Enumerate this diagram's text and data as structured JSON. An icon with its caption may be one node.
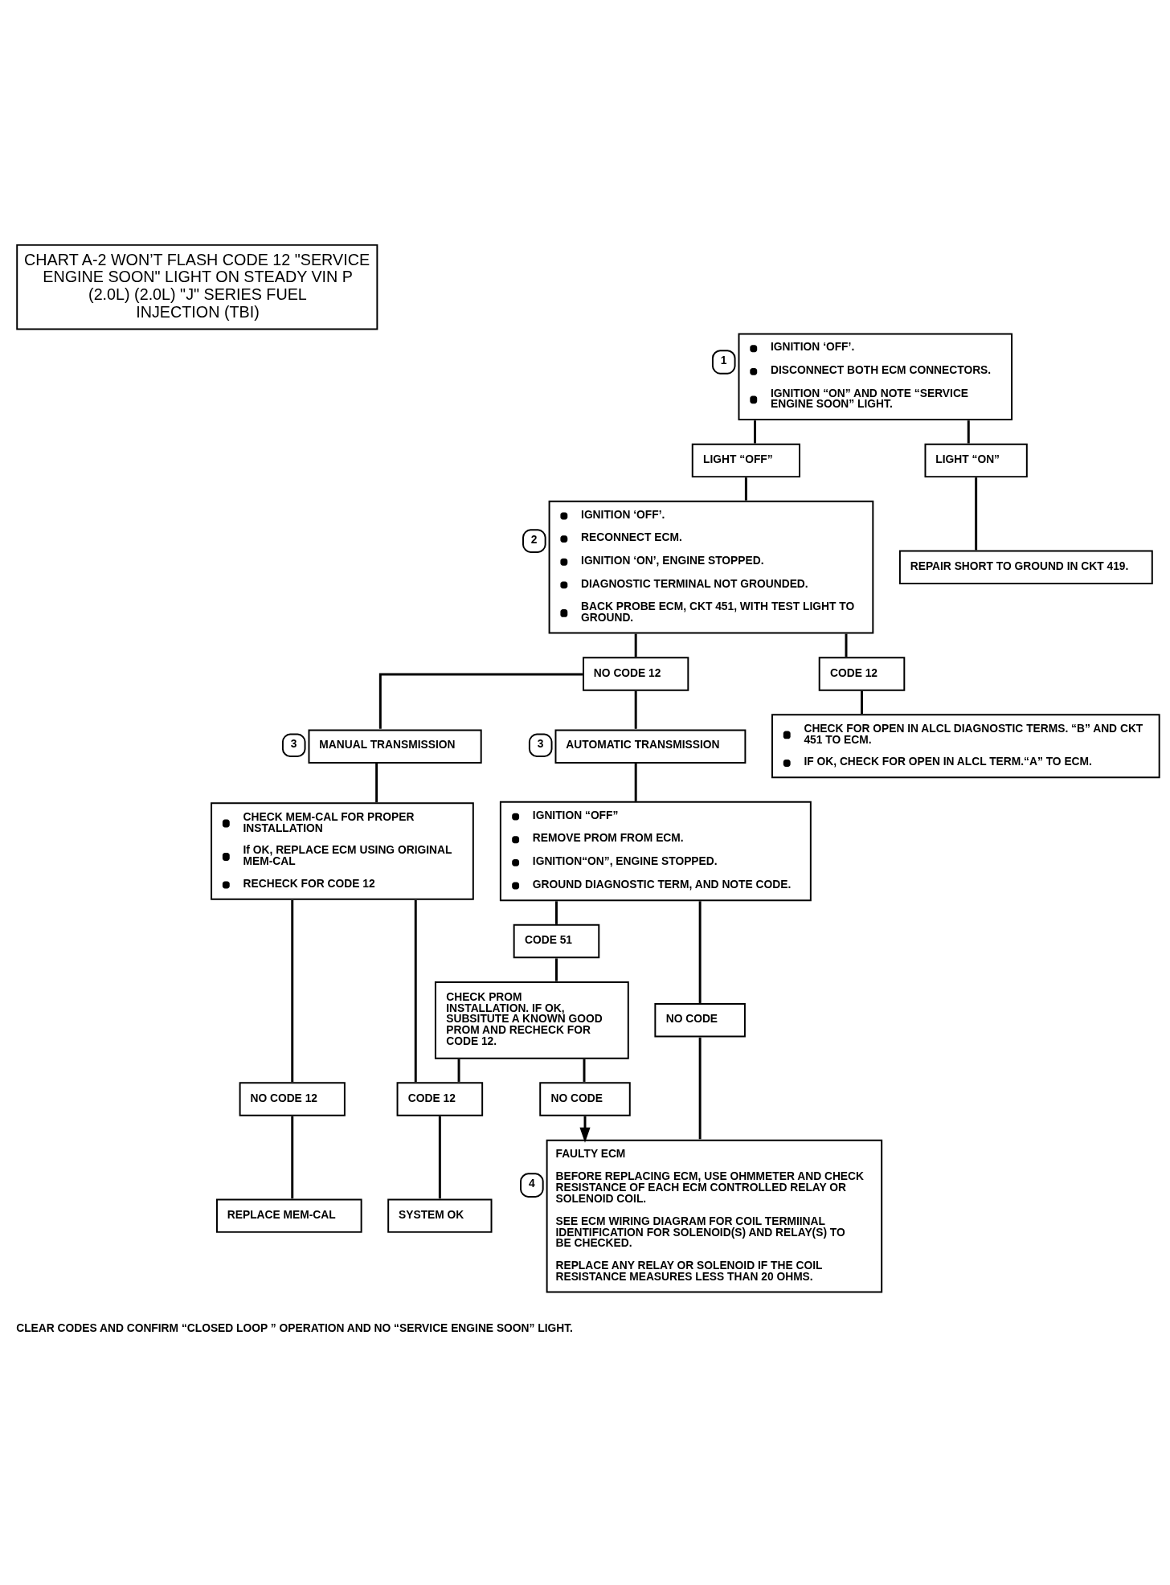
{
  "diagram": {
    "title": "CHART A-2 WON’T FLASH CODE 12 \"SERVICE ENGINE SOON\" LIGHT ON STEADY VIN P (2.0L) (2.0L) \"J\" SERIES FUEL INJECTION (TBI)",
    "nodes": [
      {
        "text": [
          "IGNITION ‘OFF’.",
          "DISCONNECT BOTH ECM CONNECTORS.",
          "IGNITION “ON” AND NOTE “SERVICE ENGINE SOON” LIGHT."
        ],
        "beside": [
          "1"
        ]
      },
      {
        "text": [
          "LIGHT “OFF”"
        ]
      },
      {
        "text": [
          "LIGHT “ON”"
        ]
      },
      {
        "text": [
          "IGNITION ‘OFF’.",
          "RECONNECT ECM.",
          "IGNITION ‘ON’, ENGINE STOPPED.",
          "DIAGNOSTIC TERMINAL NOT GROUNDED.",
          "BACK PROBE ECM, CKT 451, WITH TEST LIGHT TO GROUND."
        ],
        "beside": [
          "2"
        ]
      },
      {
        "text": [
          "REPAIR SHORT TO GROUND IN CKT 419."
        ]
      },
      {
        "text": [
          "NO CODE 12"
        ]
      },
      {
        "text": [
          "CODE 12"
        ]
      },
      {
        "text": [
          "CHECK FOR OPEN IN ALCL DIAGNOSTIC TERMS. “B” AND CKT 451 TO ECM.",
          "IF OK, CHECK FOR OPEN IN ALCL TERM.“A” TO ECM."
        ]
      },
      {
        "text": [
          "MANUAL TRANSMISSION"
        ],
        "beside": [
          "3"
        ]
      },
      {
        "text": [
          "AUTOMATIC TRANSMISSION"
        ],
        "beside": [
          "3"
        ]
      },
      {
        "text": [
          "CHECK MEM-CAL FOR PROPER INSTALLATION",
          "If OK, REPLACE ECM USING ORIGINAL MEM-CAL",
          "RECHECK FOR CODE 12"
        ]
      },
      {
        "text": [
          "IGNITION “OFF”",
          "REMOVE PROM FROM ECM.",
          "IGNITION“ON”, ENGINE STOPPED.",
          "GROUND DIAGNOSTIC TERM, AND NOTE CODE."
        ]
      },
      {
        "text": [
          "CODE 51"
        ]
      },
      {
        "text": [
          "NO CODE"
        ]
      },
      {
        "text": [
          "CHECK PROM INSTALLATION. IF OK, SUBSITUTE A KNOWN GOOD PROM AND RECHECK FOR CODE 12."
        ]
      },
      {
        "text": [
          "NO CODE 12"
        ]
      },
      {
        "text": [
          "CODE 12"
        ]
      },
      {
        "text": [
          "NO CODE"
        ]
      },
      {
        "text": [
          "REPLACE MEM-CAL"
        ]
      },
      {
        "text": [
          "SYSTEM OK"
        ]
      },
      {
        "text": [
          "FAULTY ECM",
          "BEFORE REPLACING ECM, USE OHMMETER AND CHECK RESISTANCE OF EACH ECM CONTROLLED RELAY OR SOLENOID COIL.",
          "SEE ECM WIRING DIAGRAM FOR COIL TERMIINAL IDENTIFICATION FOR SOLENOID(S) AND RELAY(S) TO BE CHECKED.",
          "REPLACE ANY RELAY OR SOLENOID IF THE COIL RESISTANCE MEASURES LESS THAN 20 OHMS."
        ],
        "beside": [
          "4"
        ]
      }
    ],
    "edges": [
      {
        "from": 0,
        "to": 1,
        "arrow": "none"
      },
      {
        "from": 0,
        "to": 2,
        "arrow": "none"
      },
      {
        "from": 1,
        "to": 3,
        "arrow": "none"
      },
      {
        "from": 2,
        "to": 4,
        "arrow": "none"
      },
      {
        "from": 3,
        "to": 5,
        "arrow": "none"
      },
      {
        "from": 3,
        "to": 6,
        "arrow": "none"
      },
      {
        "from": 6,
        "to": 7,
        "arrow": "none"
      },
      {
        "from": 5,
        "to": 8,
        "arrow": "none"
      },
      {
        "from": 5,
        "to": 9,
        "arrow": "none"
      },
      {
        "from": 8,
        "to": 10,
        "arrow": "none"
      },
      {
        "from": 9,
        "to": 11,
        "arrow": "none"
      },
      {
        "from": 11,
        "to": 12,
        "arrow": "none"
      },
      {
        "from": 11,
        "to": 13,
        "arrow": "none"
      },
      {
        "from": 12,
        "to": 14,
        "arrow": "none"
      },
      {
        "from": 10,
        "to": 15,
        "arrow": "none"
      },
      {
        "from": 10,
        "to": 16,
        "arrow": "none"
      },
      {
        "from": 14,
        "to": 16,
        "arrow": "none"
      },
      {
        "from": 14,
        "to": 17,
        "arrow": "none"
      },
      {
        "from": 15,
        "to": 18,
        "arrow": "none"
      },
      {
        "from": 16,
        "to": 19,
        "arrow": "none"
      },
      {
        "from": 13,
        "to": 20,
        "arrow": "none"
      },
      {
        "from": 17,
        "to": 20,
        "arrow": "to"
      }
    ],
    "labels": [
      "CLEAR CODES AND CONFIRM “CLOSED LOOP ” OPERATION AND NO “SERVICE ENGINE SOON” LIGHT."
    ]
  }
}
